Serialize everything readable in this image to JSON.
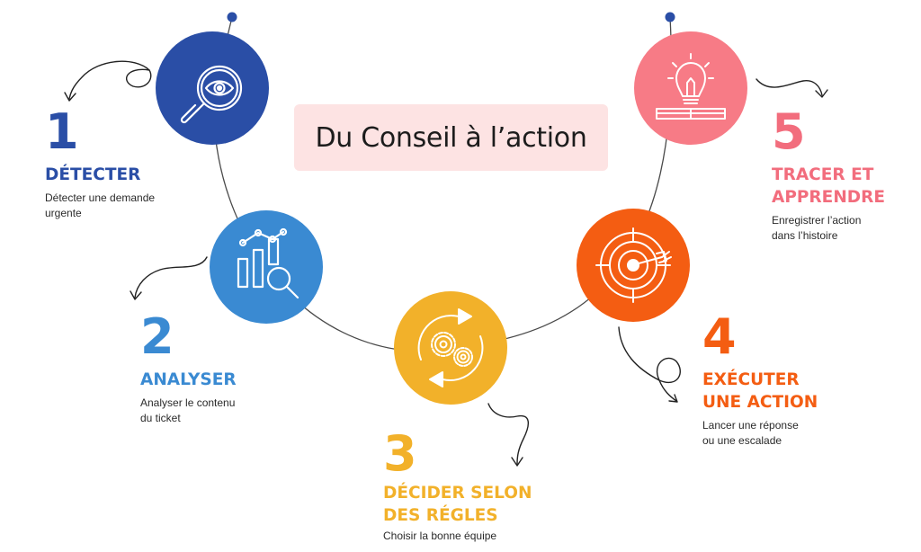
{
  "title": "Du Conseil à l’action",
  "steps": [
    {
      "number": "1",
      "heading": [
        "DÉTECTER"
      ],
      "description": [
        "Détecter une demande",
        "urgente"
      ],
      "color": "#2a4ea6",
      "icon": "magnifier-eye-icon"
    },
    {
      "number": "2",
      "heading": [
        "ANALYSER"
      ],
      "description": [
        "Analyser le contenu",
        "du ticket"
      ],
      "color": "#3a8ad2",
      "icon": "chart-magnifier-icon"
    },
    {
      "number": "3",
      "heading": [
        "DÉCIDER SELON",
        "DES RÉGLES"
      ],
      "description": [
        "Choisir la bonne équipe"
      ],
      "color": "#f2b12a",
      "icon": "gears-cycle-icon"
    },
    {
      "number": "4",
      "heading": [
        "EXÉCUTER",
        "UNE ACTION"
      ],
      "description": [
        "Lancer une réponse",
        "ou une escalade"
      ],
      "color": "#f45d12",
      "icon": "target-arrow-icon"
    },
    {
      "number": "5",
      "heading": [
        "TRACER ET",
        "APPRENDRE"
      ],
      "description": [
        "Enregistrer l’action",
        "dans l’histoire"
      ],
      "color": "#f26d7d",
      "icon": "lightbulb-book-icon"
    }
  ],
  "colors": {
    "arc": "#4a4a4a",
    "title_background": "#fde3e3",
    "text_dark": "#1c1c1c"
  }
}
